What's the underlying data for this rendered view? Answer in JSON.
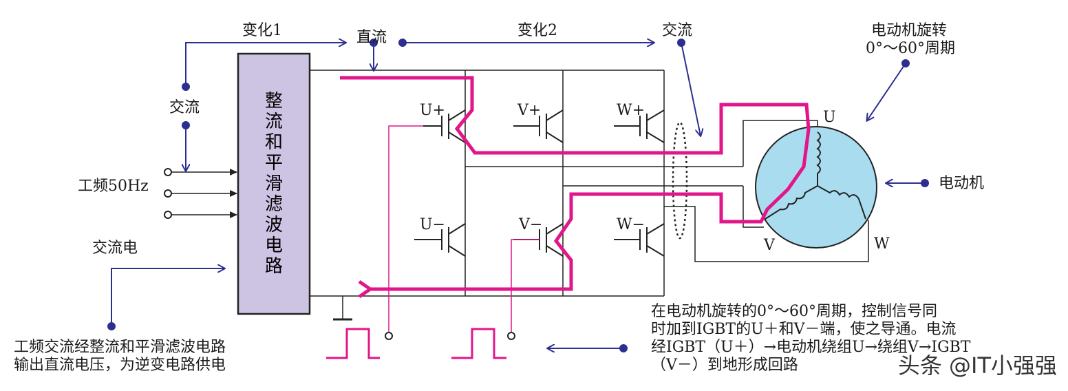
{
  "labels": {
    "change1": "变化1",
    "change2": "变化2",
    "dc": "直流",
    "ac_top": "交流",
    "ac_left": "交流",
    "mains_freq": "工频50Hz",
    "ac_power": "交流电",
    "motor_rotation_line1": "电动机旋转",
    "motor_rotation_line2": "0°～60°周期",
    "motor": "电动机",
    "u_plus": "U+",
    "v_plus": "V+",
    "w_plus": "W+",
    "u_minus": "U−",
    "v_minus": "V−",
    "w_minus": "W−",
    "phase_u": "U",
    "phase_v": "V",
    "phase_w": "W"
  },
  "rectifier_block": [
    "整",
    "流",
    "和",
    "平",
    "滑",
    "滤",
    "波",
    "电",
    "路"
  ],
  "notes": {
    "left": [
      "工频交流经整流和平滑滤波电路",
      "输出直流电压，为逆变电路供电"
    ],
    "right": [
      "在电动机旋转的0°～60°周期，控制信号同",
      "时加到IGBT的U＋和V－端，使之导通。电流",
      "经IGBT（U＋）→电动机绕组U→绕组V→IGBT",
      "（V－）到地形成回路"
    ]
  },
  "watermark": "头条 @IT小强强",
  "colors": {
    "current_path": "#e0168a",
    "arrow_blue": "#2c2f8f",
    "rectifier_fill": "#cdc3e3",
    "motor_fill": "#a9dcef",
    "wire": "#222222"
  }
}
